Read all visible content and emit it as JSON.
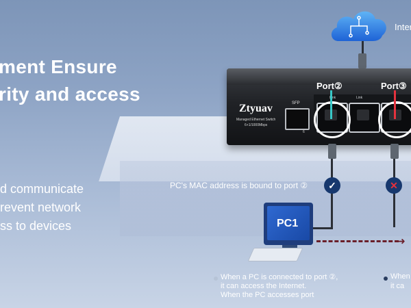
{
  "headline": {
    "line1": "ment Ensure",
    "line2": "rity and access"
  },
  "body": {
    "line1": "d communicate",
    "line2": "revent network",
    "line3": "ss to devices"
  },
  "internet": {
    "label": "Inter"
  },
  "switch": {
    "brand": "Ztyuav",
    "model_line1": "Managed Ethernet Switch",
    "model_line2": "6+1/1000Mbps",
    "sfp_label": "SFP",
    "sfp_port_number": "6",
    "link_label": "Link"
  },
  "ports": {
    "port2_label": "Port②",
    "port3_label": "Port③",
    "port2_color": "#38c7c7",
    "port3_color": "#e5323e"
  },
  "mac_note": "PC's MAC address is bound to port ②",
  "pc": {
    "label": "PC1"
  },
  "notes": {
    "left_line1": "When a PC is connected to port ②,",
    "left_line2": "it can access the Internet.",
    "left_line3": "When the PC accesses port",
    "right_line1": "When",
    "right_line2": "it ca"
  },
  "colors": {
    "headline": "#ffffff",
    "badge": "#17386e",
    "allowed": "#ffffff",
    "denied": "#e7303b",
    "dashed_path": "#6a1f2a"
  }
}
